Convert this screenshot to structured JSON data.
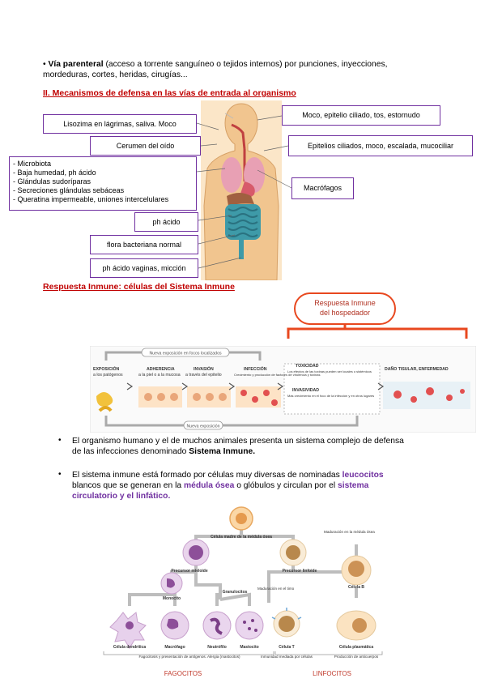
{
  "intro": {
    "bullet": "•",
    "bold": "Vía parenteral",
    "line1_rest": " (acceso a torrente sanguíneo o tejidos internos) por punciones, inyecciones,",
    "line2": "mordeduras, cortes, heridas, cirugías..."
  },
  "section2_heading": "II. Mecanismos de defensa en las vías de entrada al organismo",
  "defense_boxes": {
    "lisozima": "Lisozima en lágrimas, saliva. Moco",
    "cerumen": "Cerumen del oído",
    "skin": [
      "- Microbiota",
      "- Baja humedad, ph ácido",
      "- Glándulas sudoríparas",
      "- Secreciones glándulas sebáceas",
      "- Queratina impermeable, uniones intercelulares"
    ],
    "ph_acido": "ph ácido",
    "flora": "flora bacteriana normal",
    "vaginas": "ph ácido vaginas, micción",
    "moco_epitelio": "Moco, epitelio ciliado, tos, estornudo",
    "epitelios": "Epitelios ciliados, moco, escalada, mucociliar",
    "macrofagos": "Macrófagos"
  },
  "section3_heading": "Respuesta Inmune: células del Sistema Inmune",
  "host_response": {
    "line1": "Respuesta Inmune",
    "line2": "del hospedador"
  },
  "infection_diagram": {
    "top_label": "Nueva exposición en focos localizados",
    "bottom_label": "Nueva exposición",
    "stages": [
      {
        "title": "EXPOSICIÓN",
        "sub": "a los patógenos"
      },
      {
        "title": "ADHERENCIA",
        "sub": "a la piel o a la mucosa"
      },
      {
        "title": "INVASIÓN",
        "sub": "a través del epitelio"
      },
      {
        "title": "INFECCIÓN",
        "sub": "Crecimiento y producción de factores de virulencia y toxinas"
      },
      {
        "title": "TOXICIDAD",
        "sub": "Los efectos de las toxinas pueden ser locales o sistémicos"
      },
      {
        "title": "INVASIVIDAD",
        "sub": "Más crecimiento en el foco de la infección y en otros lugares"
      },
      {
        "title": "DAÑO TISULAR, ENFERMEDAD",
        "sub": ""
      }
    ]
  },
  "bullets": {
    "b1_line1": "El organismo humano y el de muchos animales presenta un sistema complejo de defensa",
    "b1_line2_pre": "de las infecciones denominado ",
    "b1_line2_bold": "Sistema Inmune.",
    "b2_line1_pre": "El sistema inmune está formado por células muy diversas de nominadas ",
    "b2_line1_purple": "leucocitos",
    "b2_line2_pre": "blancos que se generan en la ",
    "b2_line2_purple1": "médula ósea",
    "b2_line2_mid": " o glóbulos y circulan por el ",
    "b2_line2_purple2": "sistema",
    "b2_line3_purple": "circulatorio y el linfático."
  },
  "hematopoiesis": {
    "stem": "Célula madre de la médula ósea",
    "myeloid": "Precursor mieloide",
    "lymphoid": "Precursor linfoide",
    "maduracion_medula": "Maduración en la médula ósea",
    "maduracion_timo": "Maduración en el timo",
    "monocito": "Monocito",
    "granulocitos": "Granulocitos",
    "celula_b": "Célula B",
    "cells": [
      "Célula dendrítica",
      "Macrófago",
      "Neutrófilo",
      "Mastocito",
      "Célula T",
      "Célula plasmática"
    ],
    "fagocitos_desc": "Fagocitosis y presentación de antígenos. Alergia (mastocitos)",
    "t_desc": "Inmunidad mediada por células",
    "plasma_desc": "Producción de anticuerpos",
    "fagocitos": "FAGOCITOS",
    "linfocitos": "LINFOCITOS"
  }
}
